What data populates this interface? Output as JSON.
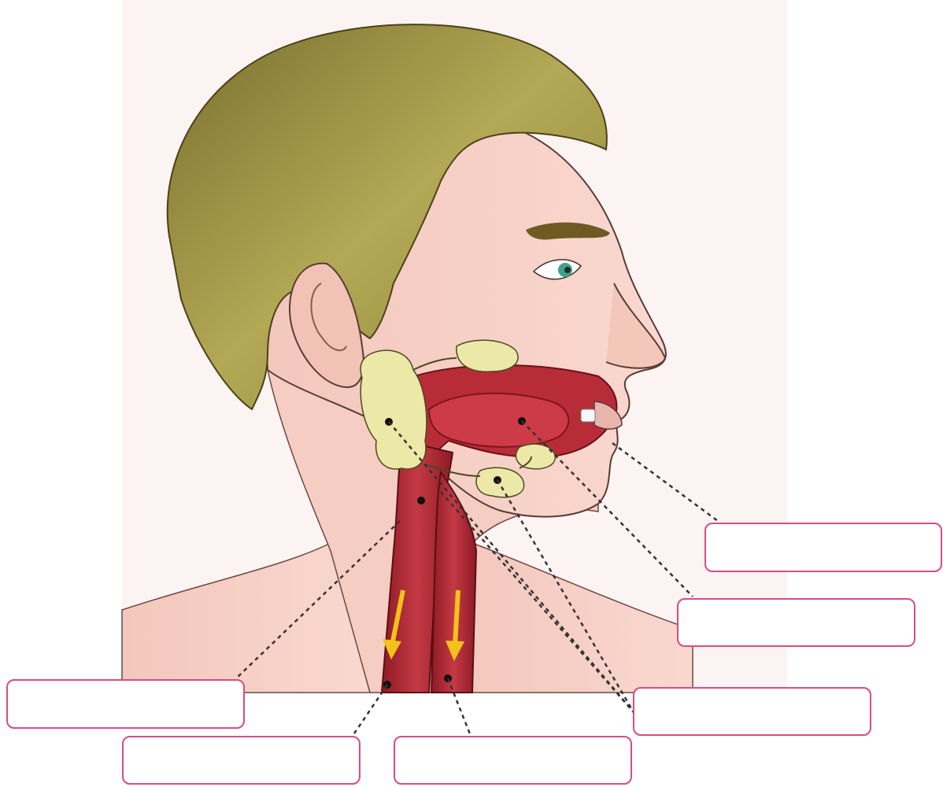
{
  "diagram": {
    "colors": {
      "label_border": "#d94c83",
      "skin": "#f6cfc4",
      "hair": "#a59a48",
      "tract": "#a8232e",
      "gland": "#ece8a8",
      "arrow": "#f2c21a",
      "eye": "#3fa38a"
    },
    "labels": [
      {
        "id": "mouth",
        "text": ""
      },
      {
        "id": "tongue",
        "text": ""
      },
      {
        "id": "salivary-glands",
        "text": ""
      },
      {
        "id": "pharynx",
        "text": ""
      },
      {
        "id": "esophagus",
        "text": ""
      },
      {
        "id": "trachea",
        "text": ""
      }
    ]
  }
}
